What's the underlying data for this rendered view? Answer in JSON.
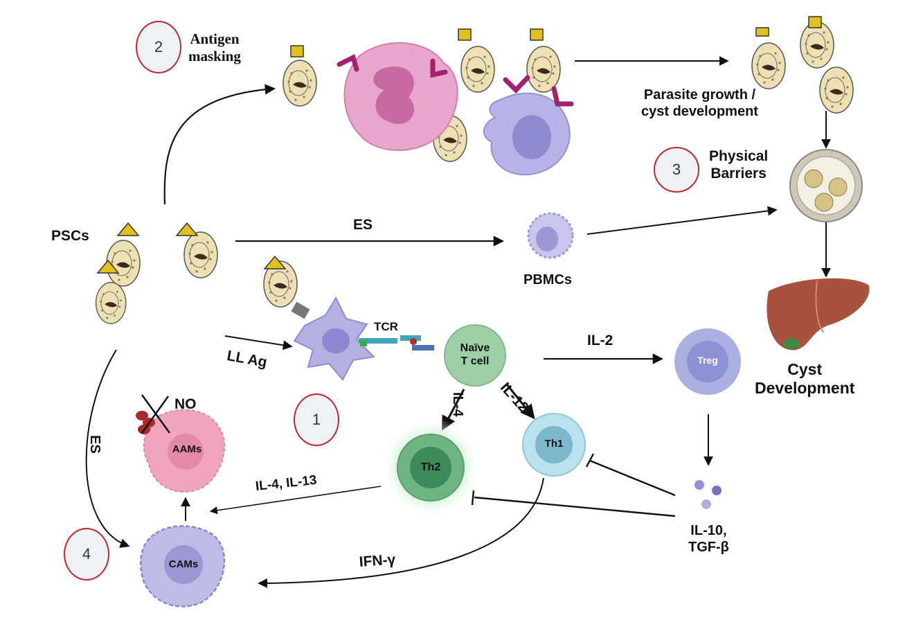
{
  "steps": {
    "one": "1",
    "two": "2",
    "three": "3",
    "four": "4"
  },
  "labels": {
    "antigen_masking_line1": "Antigen",
    "antigen_masking_line2": "masking",
    "parasite_growth_line1": "Parasite growth /",
    "parasite_growth_line2": "cyst development",
    "physical_barriers_line1": "Physical",
    "physical_barriers_line2": "Barriers",
    "pscs": "PSCs",
    "es_top": "ES",
    "pbmcs": "PBMCs",
    "tcr": "TCR",
    "naive_line1": "Naïve",
    "naive_line2": "T cell",
    "il2": "IL-2",
    "treg": "Treg",
    "cyst_dev_line1": "Cyst",
    "cyst_dev_line2": "Development",
    "ll_ag": "LL Ag",
    "il12": "IL-12",
    "il4": "IL-4",
    "th1": "Th1",
    "th2": "Th2",
    "no": "NO",
    "aams": "AAMs",
    "es_left": "ES",
    "il4_il13": "IL-4, IL-13",
    "il10_line1": "IL-10,",
    "il10_line2": "TGF-β",
    "ifn": "IFN-γ",
    "cams": "CAMs"
  },
  "colors": {
    "step_ring": "#c0282d",
    "antigen": "#e0c11e",
    "receptor": "#a3216f",
    "neutrophil": "#e9a6cc",
    "macrophage": "#b6b4e6",
    "dendritic": "#b4b0e2",
    "naive_t": "#9dd0a6",
    "th2": "#6fb583",
    "th1": "#b9e2ee",
    "treg": "#aab0e0",
    "aam": "#f0a5bd",
    "cam": "#bcbce6",
    "liver": "#a8513f",
    "cytokine": "#9b8bd6",
    "parasite": "#ede0b2"
  }
}
